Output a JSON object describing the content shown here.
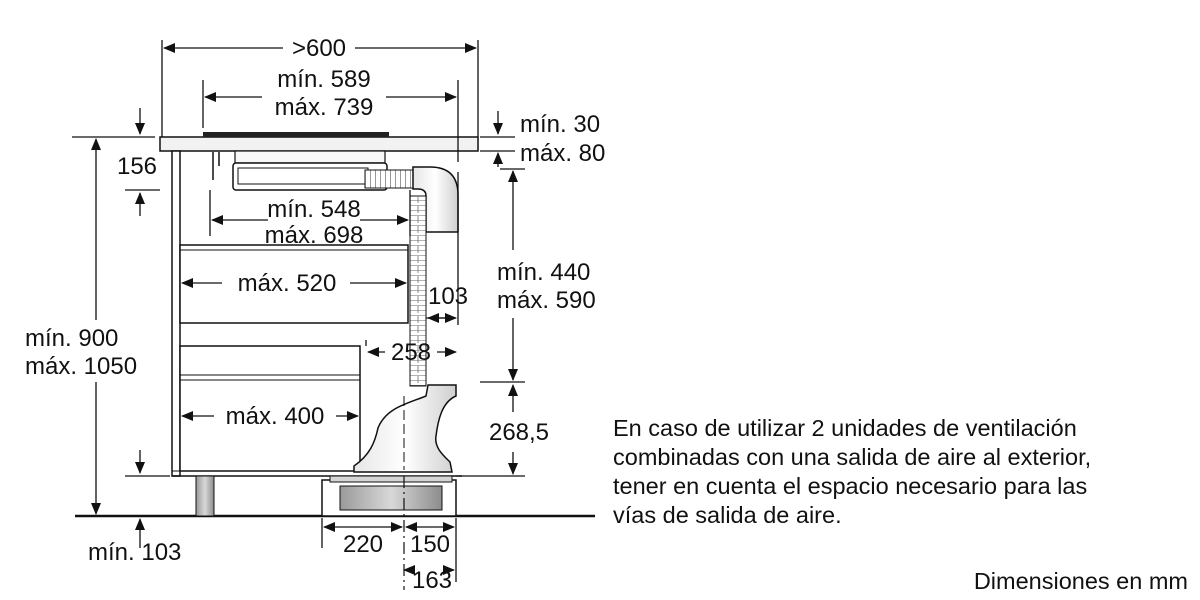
{
  "dimensions": {
    "width_total": ">600",
    "width_min_589": "mín. 589",
    "width_max_739": "máx. 739",
    "top_min_30": "mín. 30",
    "top_max_80": "máx. 80",
    "height_156": "156",
    "width_min_548": "mín. 548",
    "width_max_698": "máx. 698",
    "drawer_top_max": "máx. 520",
    "depth_103": "103",
    "vert_min_440": "mín. 440",
    "vert_max_590": "máx. 590",
    "height_min_900": "mín. 900",
    "height_max_1050": "máx. 1050",
    "depth_258": "258",
    "drawer_bottom_max": "máx. 400",
    "height_268_5": "268,5",
    "plinth_min_103": "mín. 103",
    "plinth_220": "220",
    "plinth_150": "150",
    "plinth_163": "163"
  },
  "note": {
    "lines": [
      "En caso de utilizar 2 unidades de ventilación",
      "combinadas con una salida de aire al exterior,",
      "tener en cuenta el espacio necesario para las",
      "vías de salida de aire."
    ]
  },
  "units_label": "Dimensiones en mm"
}
